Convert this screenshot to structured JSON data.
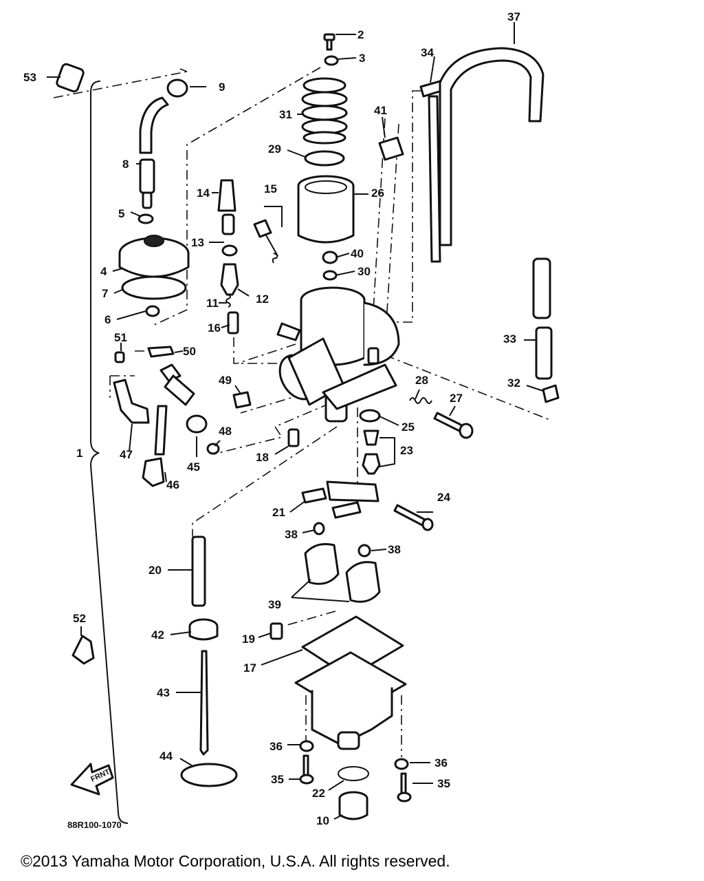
{
  "diagram": {
    "reference_code": "88R100-1070",
    "front_marker": "FRNT",
    "callouts": [
      {
        "id": "1",
        "label": "1"
      },
      {
        "id": "2",
        "label": "2"
      },
      {
        "id": "3",
        "label": "3"
      },
      {
        "id": "4",
        "label": "4"
      },
      {
        "id": "5",
        "label": "5"
      },
      {
        "id": "6",
        "label": "6"
      },
      {
        "id": "7",
        "label": "7"
      },
      {
        "id": "8",
        "label": "8"
      },
      {
        "id": "9",
        "label": "9"
      },
      {
        "id": "10",
        "label": "10"
      },
      {
        "id": "11",
        "label": "11"
      },
      {
        "id": "12",
        "label": "12"
      },
      {
        "id": "13",
        "label": "13"
      },
      {
        "id": "14",
        "label": "14"
      },
      {
        "id": "15",
        "label": "15"
      },
      {
        "id": "16",
        "label": "16"
      },
      {
        "id": "17",
        "label": "17"
      },
      {
        "id": "18",
        "label": "18"
      },
      {
        "id": "19",
        "label": "19"
      },
      {
        "id": "20",
        "label": "20"
      },
      {
        "id": "21",
        "label": "21"
      },
      {
        "id": "22",
        "label": "22"
      },
      {
        "id": "23",
        "label": "23"
      },
      {
        "id": "24",
        "label": "24"
      },
      {
        "id": "25",
        "label": "25"
      },
      {
        "id": "26",
        "label": "26"
      },
      {
        "id": "27",
        "label": "27"
      },
      {
        "id": "28",
        "label": "28"
      },
      {
        "id": "29",
        "label": "29"
      },
      {
        "id": "30",
        "label": "30"
      },
      {
        "id": "31",
        "label": "31"
      },
      {
        "id": "32",
        "label": "32"
      },
      {
        "id": "33",
        "label": "33"
      },
      {
        "id": "34",
        "label": "34"
      },
      {
        "id": "35a",
        "label": "35"
      },
      {
        "id": "35b",
        "label": "35"
      },
      {
        "id": "36a",
        "label": "36"
      },
      {
        "id": "36b",
        "label": "36"
      },
      {
        "id": "37",
        "label": "37"
      },
      {
        "id": "38a",
        "label": "38"
      },
      {
        "id": "38b",
        "label": "38"
      },
      {
        "id": "39",
        "label": "39"
      },
      {
        "id": "40",
        "label": "40"
      },
      {
        "id": "41",
        "label": "41"
      },
      {
        "id": "42",
        "label": "42"
      },
      {
        "id": "43",
        "label": "43"
      },
      {
        "id": "44",
        "label": "44"
      },
      {
        "id": "45",
        "label": "45"
      },
      {
        "id": "46",
        "label": "46"
      },
      {
        "id": "47",
        "label": "47"
      },
      {
        "id": "48",
        "label": "48"
      },
      {
        "id": "49",
        "label": "49"
      },
      {
        "id": "50",
        "label": "50"
      },
      {
        "id": "51",
        "label": "51"
      },
      {
        "id": "52",
        "label": "52"
      },
      {
        "id": "53",
        "label": "53"
      }
    ]
  },
  "footer": {
    "copyright": "©2013 Yamaha Motor Corporation, U.S.A. All rights reserved."
  }
}
